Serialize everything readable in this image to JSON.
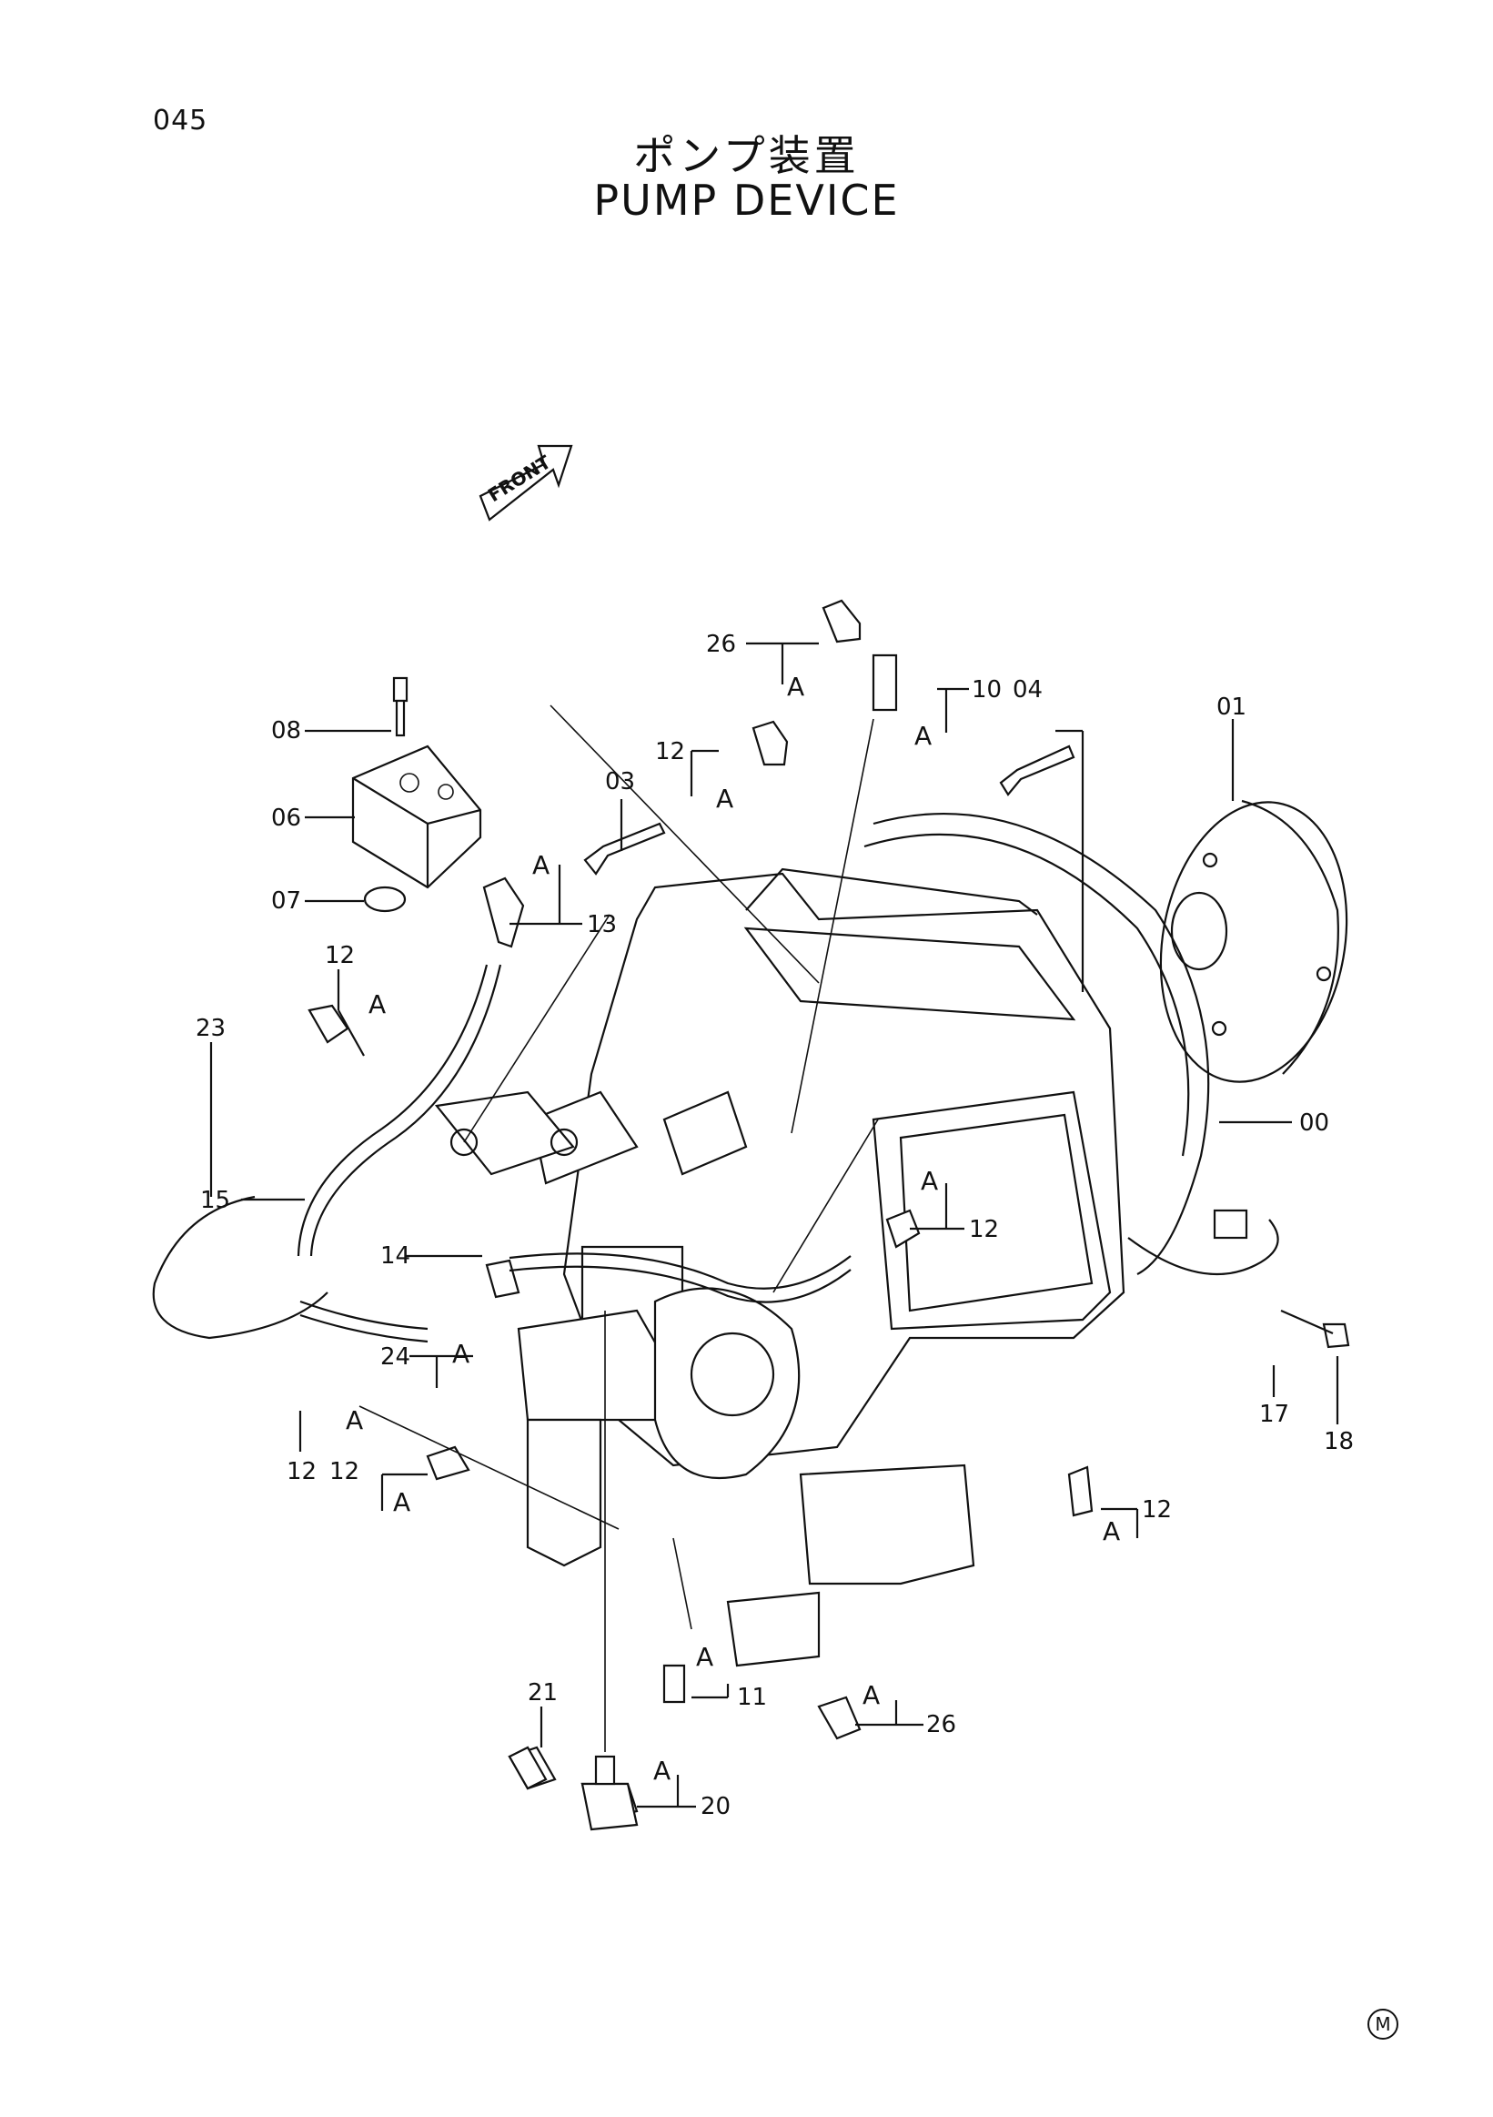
{
  "page": {
    "number": "045",
    "title_jp": "ポンプ装置",
    "title_en": "PUMP DEVICE",
    "corner_mark": "M"
  },
  "direction_label": "FRONT",
  "callouts": [
    {
      "id": "c26a",
      "label": "26"
    },
    {
      "id": "c10",
      "label": "10"
    },
    {
      "id": "c04",
      "label": "04"
    },
    {
      "id": "c01",
      "label": "01"
    },
    {
      "id": "c08",
      "label": "08"
    },
    {
      "id": "c12a",
      "label": "12"
    },
    {
      "id": "c03",
      "label": "03"
    },
    {
      "id": "c06",
      "label": "06"
    },
    {
      "id": "c07",
      "label": "07"
    },
    {
      "id": "c13",
      "label": "13"
    },
    {
      "id": "c12b",
      "label": "12"
    },
    {
      "id": "c23",
      "label": "23"
    },
    {
      "id": "c00",
      "label": "00"
    },
    {
      "id": "c15",
      "label": "15"
    },
    {
      "id": "c14",
      "label": "14"
    },
    {
      "id": "c12c",
      "label": "12"
    },
    {
      "id": "c24",
      "label": "24"
    },
    {
      "id": "c17",
      "label": "17"
    },
    {
      "id": "c18",
      "label": "18"
    },
    {
      "id": "c12d",
      "label": "12"
    },
    {
      "id": "c12e",
      "label": "12"
    },
    {
      "id": "c12f",
      "label": "12"
    },
    {
      "id": "c21",
      "label": "21"
    },
    {
      "id": "c11",
      "label": "11"
    },
    {
      "id": "c26b",
      "label": "26"
    },
    {
      "id": "c20",
      "label": "20"
    }
  ],
  "seal_flag": "A"
}
